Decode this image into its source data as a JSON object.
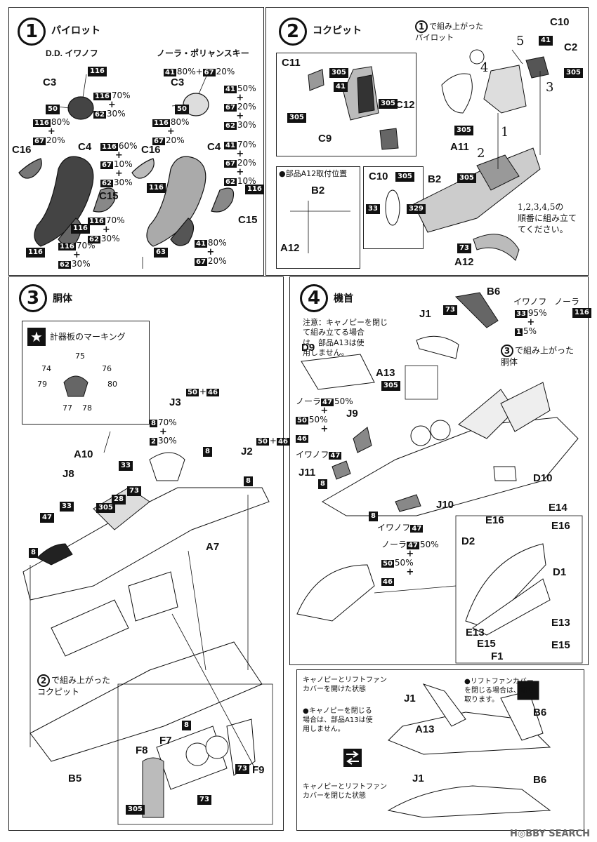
{
  "s1": {
    "num": "1",
    "title": "パイロット",
    "pilotA": "D.D. イワノフ",
    "pilotB": "ノーラ・ポリャンスキー"
  },
  "s2": {
    "num": "2",
    "title": "コクピット",
    "pilotRef": "で組み上がった",
    "pilotRef2": "パイロット",
    "subA12": "●部品A12取付位置",
    "note": "1,2,3,4,5の",
    "note2": "順番に組み立て",
    "note3": "てください。",
    "steps": [
      "1",
      "2",
      "3",
      "4",
      "5"
    ]
  },
  "s3": {
    "num": "3",
    "title": "胴体",
    "marking": "計器板のマーキング",
    "cockpitRef": "で組み上がった",
    "cockpitRef2": "コクピット",
    "decals": [
      "74",
      "75",
      "76",
      "79",
      "80",
      "77",
      "78"
    ]
  },
  "s4": {
    "num": "4",
    "title": "機首",
    "note": "注意：キャノピーを閉じ",
    "note2": "て組み立てる場合",
    "note3": "は、部品A13は使",
    "note4": "用しません。",
    "bodyRef": "で組み上がった",
    "bodyRef2": "胴体",
    "iwanof": "イワノフ",
    "nora": "ノーラ",
    "open1": "キャノピーとリフトファン",
    "open2": "カバーを開けた状態",
    "close1": "キャノピーとリフトファン",
    "close2": "カバーを閉じた状態",
    "lf1": "●リフトファンカバー",
    "lf2": "を閉じる場合は、切り",
    "lf3": "取ります。",
    "cn1": "●キャノピーを閉じる",
    "cn2": "場合は、部品A13は使",
    "cn3": "用しません。"
  },
  "parts": {
    "C3": "C3",
    "C4": "C4",
    "C15": "C15",
    "C16": "C16",
    "C2": "C2",
    "C9": "C9",
    "C10": "C10",
    "C11": "C11",
    "C12": "C12",
    "A11": "A11",
    "A12": "A12",
    "B2": "B2",
    "A7": "A7",
    "A10": "A10",
    "J2": "J2",
    "J3": "J3",
    "J8": "J8",
    "B5": "B5",
    "F7": "F7",
    "F8": "F8",
    "F9": "F9",
    "B6": "B6",
    "J1": "J1",
    "D9": "D9",
    "A13": "A13",
    "J9": "J9",
    "J11": "J11",
    "J10": "J10",
    "D10": "D10",
    "E14": "E14",
    "E16": "E16",
    "D2": "D2",
    "D1": "D1",
    "E13": "E13",
    "E15": "E15",
    "F1": "F1"
  },
  "paints": {
    "116": "116",
    "62": "62",
    "67": "67",
    "50": "50",
    "41": "41",
    "63": "63",
    "305": "305",
    "33": "33",
    "329": "329",
    "73": "73",
    "8": "8",
    "2": "2",
    "46": "46",
    "47": "47",
    "28": "28",
    "1": "1"
  },
  "mixes": {
    "a": "70%",
    "b": "30%",
    "c": "80%",
    "d": "20%",
    "e": "60%",
    "f": "10%",
    "g": "50%",
    "h": "95%",
    "i": "5%",
    "plus": "+"
  },
  "watermark": "H◎BBY SEARCH"
}
